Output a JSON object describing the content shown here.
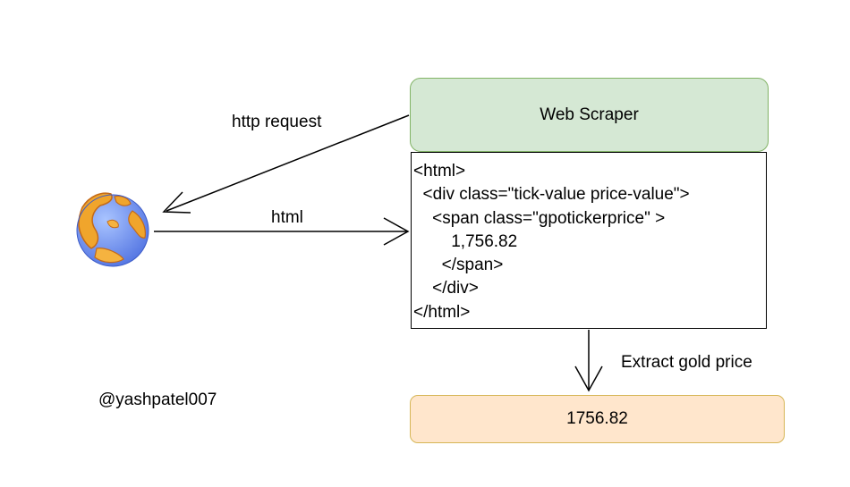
{
  "nodes": {
    "web_scraper": "Web Scraper",
    "result": "1756.82",
    "html_snippet": [
      "<html>",
      "  <div class=\"tick-value price-value\">",
      "    <span class=\"gpotickerprice\" >",
      "        1,756.82",
      "      </span>",
      "    </div>",
      "</html>"
    ]
  },
  "edges": {
    "request": "http request",
    "response": "html",
    "extract": "Extract gold price"
  },
  "credit": "@yashpatel007",
  "icons": {
    "internet": "globe-icon"
  },
  "colors": {
    "scraper_fill": "#d5e8d4",
    "scraper_stroke": "#82b366",
    "result_fill": "#ffe6cc",
    "result_stroke": "#d6b656"
  }
}
